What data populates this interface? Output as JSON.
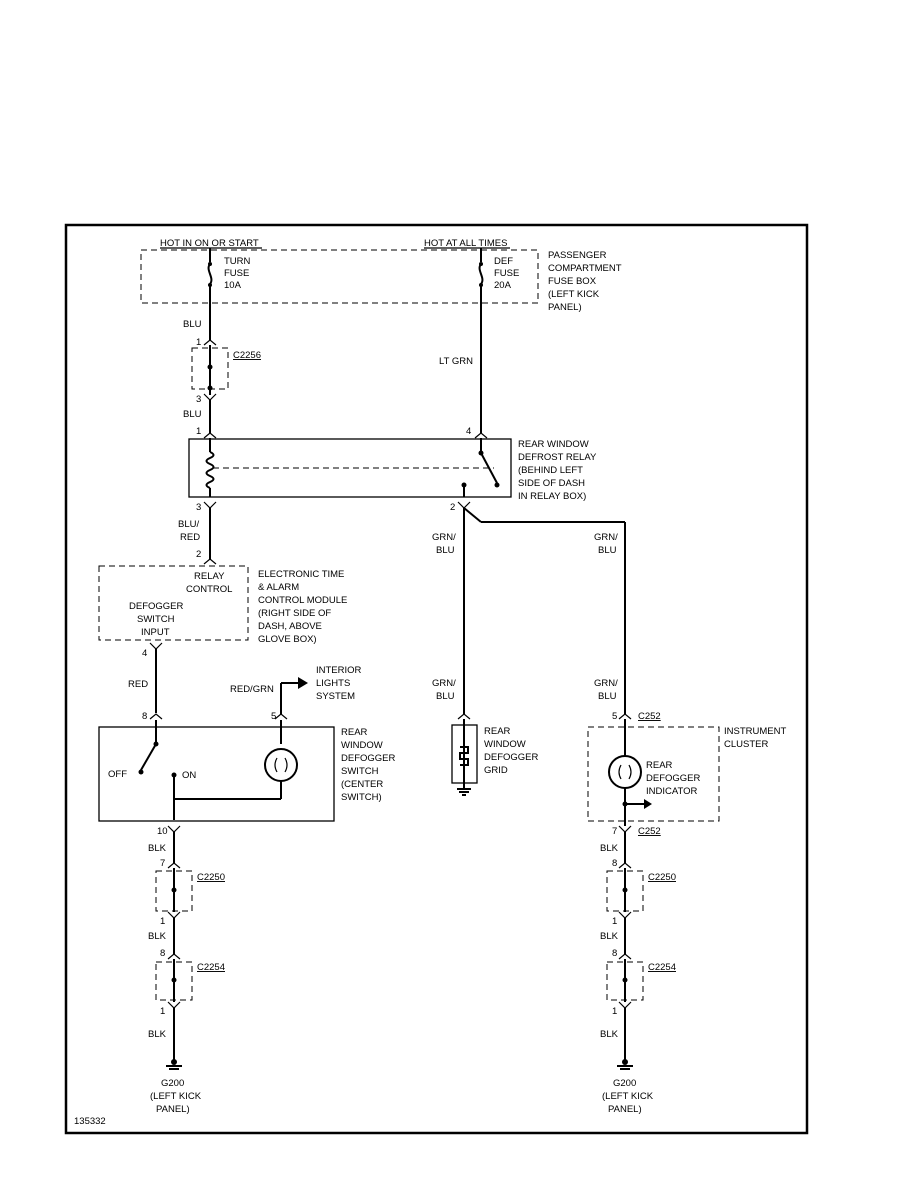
{
  "power": {
    "hot_run": "HOT IN ON OR START",
    "hot_all": "HOT AT ALL TIMES"
  },
  "fuse_box": {
    "lines": [
      "PASSENGER",
      "COMPARTMENT",
      "FUSE BOX",
      "(LEFT KICK",
      "PANEL)"
    ],
    "turn_fuse": [
      "TURN",
      "FUSE",
      "10A"
    ],
    "def_fuse": [
      "DEF",
      "FUSE",
      "20A"
    ]
  },
  "wires": {
    "blu": "BLU",
    "lt_grn": "LT GRN",
    "blu_red": [
      "BLU/",
      "RED"
    ],
    "grn_blu": [
      "GRN/",
      "BLU"
    ],
    "red": "RED",
    "red_grn": "RED/GRN",
    "blk": "BLK"
  },
  "connectors": {
    "c2256": "C2256",
    "c2250": "C2250",
    "c2254": "C2254",
    "c252": "C252"
  },
  "pins": {
    "p1": "1",
    "p2": "2",
    "p3": "3",
    "p4": "4",
    "p5": "5",
    "p7": "7",
    "p8": "8",
    "p10": "10"
  },
  "relay": {
    "lines": [
      "REAR WINDOW",
      "DEFROST RELAY",
      "(BEHIND LEFT",
      "SIDE OF DASH",
      "IN RELAY BOX)"
    ]
  },
  "module": {
    "relay_control": [
      "RELAY",
      "CONTROL"
    ],
    "switch_input": [
      "DEFOGGER",
      "SWITCH",
      "INPUT"
    ],
    "lines": [
      "ELECTRONIC TIME",
      "& ALARM",
      "CONTROL MODULE",
      "(RIGHT SIDE OF",
      "DASH, ABOVE",
      "GLOVE BOX)"
    ]
  },
  "interior": [
    "INTERIOR",
    "LIGHTS",
    "SYSTEM"
  ],
  "switch": {
    "lines": [
      "REAR",
      "WINDOW",
      "DEFOGGER",
      "SWITCH",
      "(CENTER",
      "SWITCH)"
    ],
    "off": "OFF",
    "on": "ON"
  },
  "grid": [
    "REAR",
    "WINDOW",
    "DEFOGGER",
    "GRID"
  ],
  "cluster": {
    "label": [
      "INSTRUMENT",
      "CLUSTER"
    ],
    "indicator": [
      "REAR",
      "DEFOGGER",
      "INDICATOR"
    ]
  },
  "ground": [
    "G200",
    "(LEFT KICK",
    "PANEL)"
  ],
  "diagram_id": "135332"
}
